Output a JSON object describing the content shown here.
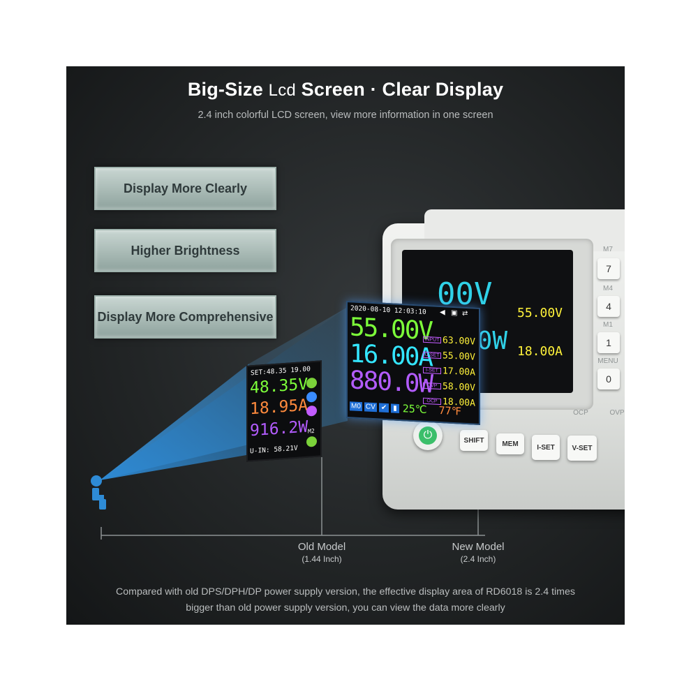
{
  "header": {
    "title_part1": "Big-Size",
    "title_lcd": "Lcd",
    "title_part2": "Screen · Clear Display",
    "subtitle": "2.4 inch colorful LCD screen, view more information in one screen"
  },
  "features": [
    "Display More Clearly",
    "Higher Brightness",
    "Display More Comprehensive"
  ],
  "old_screen": {
    "set_line": "SET:48.35 19.00",
    "voltage": "48.35V",
    "current": "18.95A",
    "power": "916.2W",
    "m_label": "M2",
    "uin_line": "U-IN: 58.21V"
  },
  "new_screen": {
    "datetime": "2020-08-10 12:03:10",
    "voltage": "55.00V",
    "current": "16.00A",
    "power": "880.0W",
    "tags": [
      "INPUT",
      "U-SET",
      "I-SET",
      "OVP",
      "OCP"
    ],
    "values": [
      "63.00V",
      "55.00V",
      "17.00A",
      "58.00V",
      "18.00A"
    ],
    "mode_m": "M0",
    "mode_cv": "CV",
    "temp_c": "25℃",
    "temp_f": "77℉"
  },
  "device": {
    "side_labels": [
      "M7",
      "M4",
      "M1",
      "MENU"
    ],
    "side_keys": [
      "7",
      "4",
      "1",
      "0"
    ],
    "bottom_buttons": [
      "SHIFT",
      "MEM",
      "I-SET",
      "V-SET"
    ],
    "top_labels": [
      "OCP",
      "OVP"
    ]
  },
  "axis": {
    "old_label": "Old Model",
    "old_size": "(1.44 Inch)",
    "new_label": "New Model",
    "new_size": "(2.4 Inch)"
  },
  "footer": {
    "line1": "Compared with old DPS/DPH/DP power supply version, the effective display area of RD6018 is 2.4 times",
    "line2": "bigger than old power supply version, you can view the data more clearly"
  },
  "colors": {
    "green": "#7dff3a",
    "cyan": "#34e6ff",
    "magenta": "#b35cff",
    "orange": "#ff8a3d",
    "yellow": "#fff23a",
    "blue_beam": "#2e8bd6"
  }
}
